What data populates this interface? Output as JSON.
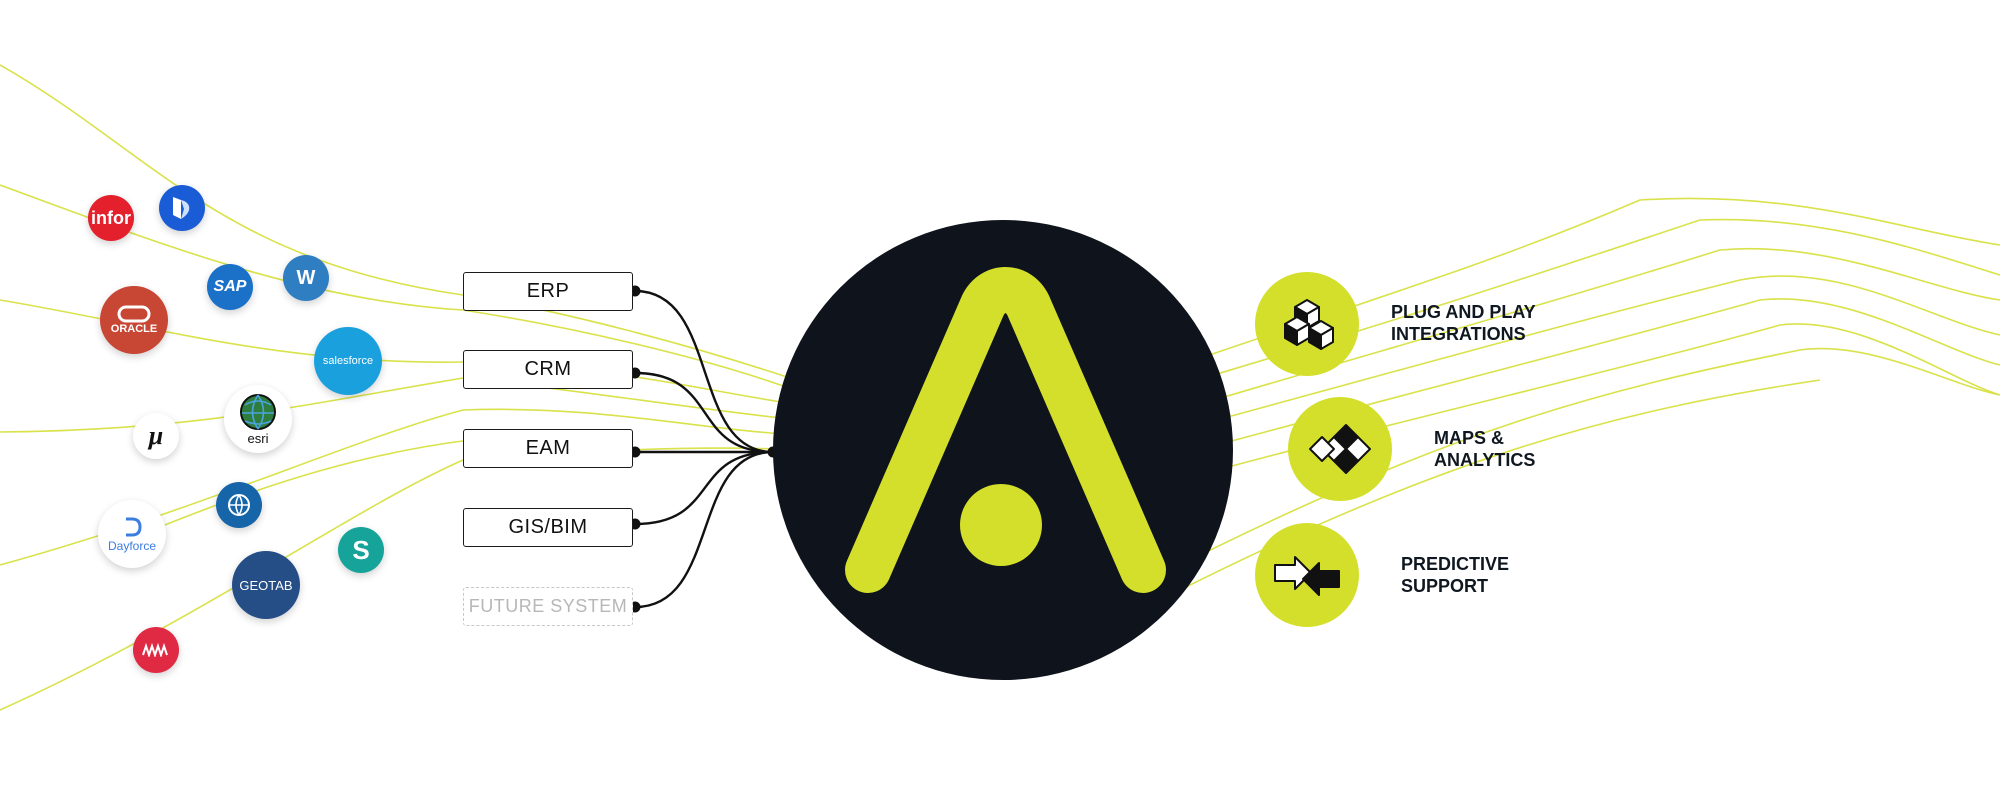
{
  "colors": {
    "accent": "#d3df2b",
    "hub_background": "#0f131c",
    "flow_line": "#d9e24a",
    "connector": "#111111"
  },
  "systems": [
    {
      "label": "ERP",
      "status": "active"
    },
    {
      "label": "CRM",
      "status": "active"
    },
    {
      "label": "EAM",
      "status": "active"
    },
    {
      "label": "GIS/BIM",
      "status": "active"
    },
    {
      "label": "FUTURE SYSTEM",
      "status": "future"
    }
  ],
  "vendor_logos": {
    "infor": {
      "text": "infor",
      "color": "#e3202c"
    },
    "dynamics": {
      "icon": "dynamics-icon",
      "color": "#1a5bd6"
    },
    "sap": {
      "text": "SAP",
      "color": "#1b71c8"
    },
    "workday": {
      "text": "W",
      "color": "#2f7ec2"
    },
    "oracle": {
      "text": "ORACLE",
      "color": "#c74634"
    },
    "salesforce": {
      "text": "salesforce",
      "color": "#1ba0de"
    },
    "mu": {
      "text": "μ",
      "color": "#111111"
    },
    "esri": {
      "text": "esri",
      "color": "#111111"
    },
    "globe": {
      "icon": "globe-icon",
      "color": "#1565a8"
    },
    "dayforce": {
      "text": "Dayforce",
      "color": "#3c7de0"
    },
    "geotab": {
      "text": "GEOTAB",
      "color": "#254d86"
    },
    "s_app": {
      "text": "S",
      "color": "#16a39a"
    },
    "red_app": {
      "icon": "wave-icon",
      "color": "#e02a43"
    }
  },
  "features": [
    {
      "line1": "PLUG AND PLAY",
      "line2": "INTEGRATIONS",
      "icon": "cubes-icon"
    },
    {
      "line1": "MAPS &",
      "line2": "ANALYTICS",
      "icon": "map-icon"
    },
    {
      "line1": "PREDICTIVE",
      "line2": "SUPPORT",
      "icon": "arrows-icon"
    }
  ]
}
